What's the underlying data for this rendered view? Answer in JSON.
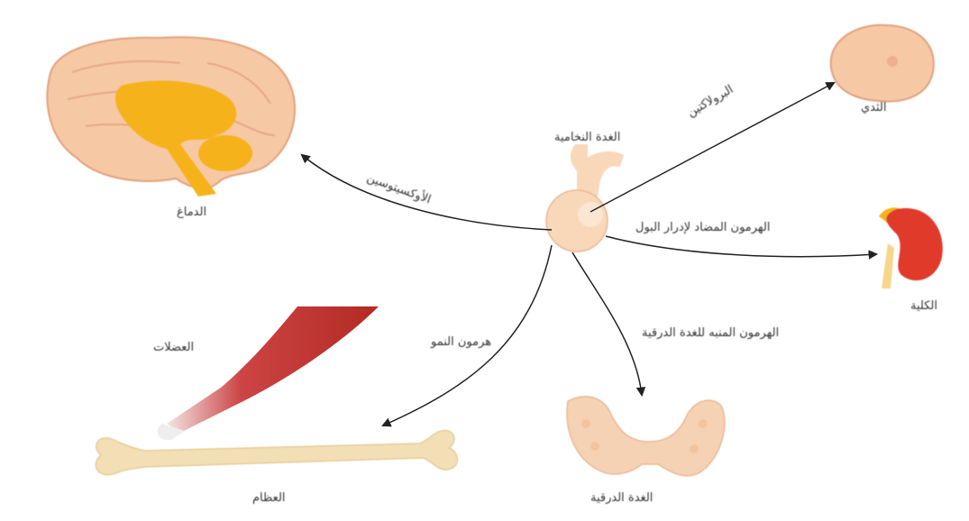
{
  "labels": {
    "center_gland": "الغدة النخامية",
    "breast": "الثدي",
    "prolactin": "البرولاكتين",
    "brain": "الدماغ",
    "oxytocin": "الأوكسيتوسين",
    "adh": "الهرمون المضاد لإدرار البول",
    "kidney": "الكلية",
    "growth_hormone": "هرمون النمو",
    "muscles": "العضلات",
    "tsh": "الهرمون المنبه للغدة الدرقية",
    "thyroid": "الغدة الدرقية",
    "bones": "العظام"
  },
  "colors": {
    "brain_fill": "#f6c8a4",
    "brain_inner": "#f6b21a",
    "gland": "#f8d8b8",
    "kidney": "#e03a2a",
    "muscle": "#c0392b",
    "bone": "#f3dfb5",
    "thyroid": "#f6d2b4",
    "arrow": "#222222"
  }
}
